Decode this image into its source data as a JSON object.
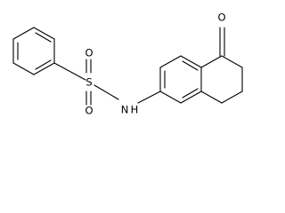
{
  "molecule": {
    "description_labels": {
      "oxygen_ketone": "O",
      "oxygen_sulfonyl_top": "O",
      "oxygen_sulfonyl_bottom": "O",
      "sulfur": "S",
      "nitrogen_h": "N",
      "hydrogen": "H"
    }
  }
}
